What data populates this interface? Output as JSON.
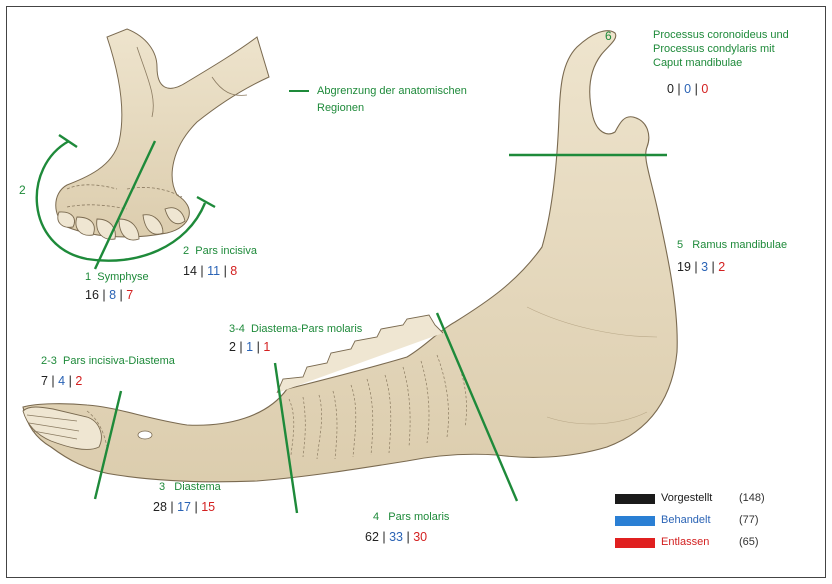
{
  "legend_line_label": "Abgrenzung der anatomischen Regionen",
  "region_6": {
    "number": "6",
    "name": "Processus coronoideus und Processus condylaris mit Caput mandibulae",
    "vorgestellt": "0",
    "behandelt": "0",
    "entlassen": "0"
  },
  "region_5": {
    "number": "5",
    "name": "Ramus mandibulae",
    "vorgestellt": "19",
    "behandelt": "3",
    "entlassen": "2"
  },
  "region_2": {
    "number": "2",
    "name": "Pars incisiva",
    "vorgestellt": "14",
    "behandelt": "11",
    "entlassen": "8"
  },
  "region_1": {
    "number": "1",
    "name": "Symphyse",
    "vorgestellt": "16",
    "behandelt": "8",
    "entlassen": "7"
  },
  "region_3_4": {
    "number": "3-4",
    "name": "Diastema-Pars molaris",
    "vorgestellt": "2",
    "behandelt": "1",
    "entlassen": "1"
  },
  "region_2_3": {
    "number": "2-3",
    "name": "Pars incisiva-Diastema",
    "vorgestellt": "7",
    "behandelt": "4",
    "entlassen": "2"
  },
  "region_3": {
    "number": "3",
    "name": "Diastema",
    "vorgestellt": "28",
    "behandelt": "17",
    "entlassen": "15"
  },
  "region_4": {
    "number": "4",
    "name": "Pars molaris",
    "vorgestellt": "62",
    "behandelt": "33",
    "entlassen": "30"
  },
  "arc_label": "2",
  "legend": [
    {
      "label": "Vorgestellt",
      "count": "(148)",
      "color": "#1a1a1a"
    },
    {
      "label": "Behandelt",
      "count": "(77)",
      "color": "#2a7fd4"
    },
    {
      "label": "Entlassen",
      "count": "(65)",
      "color": "#e02020"
    }
  ],
  "colors": {
    "bone_fill": "#e8dcc2",
    "bone_stroke": "#7a6a50",
    "region_line": "#1e8a3a"
  }
}
